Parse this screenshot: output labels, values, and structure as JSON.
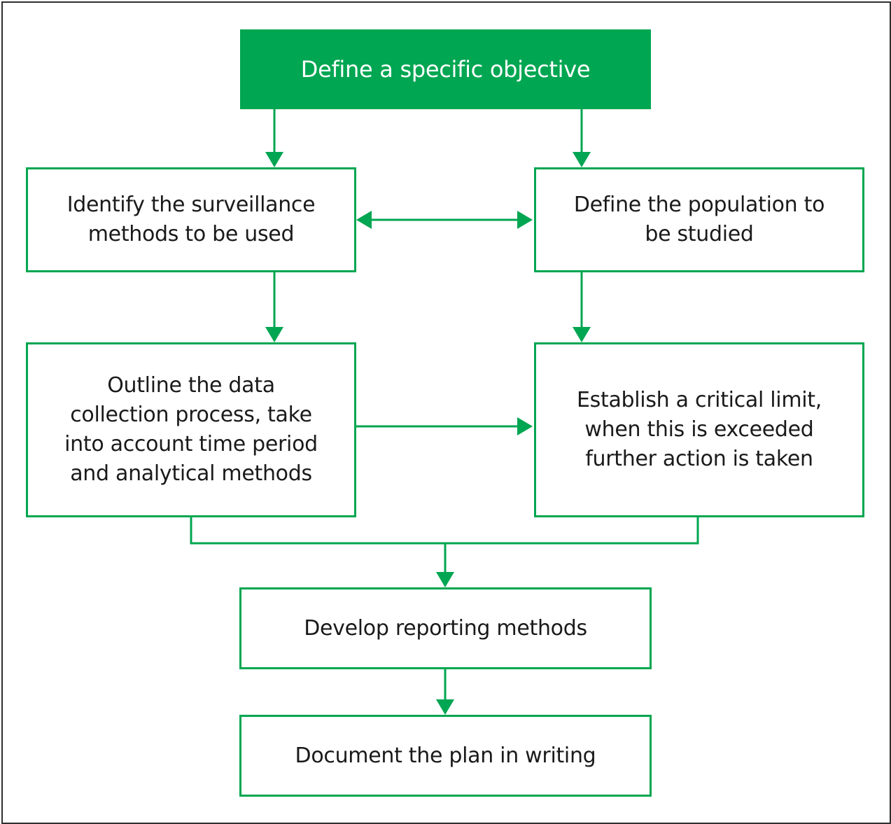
{
  "colors": {
    "accent": "#00a651",
    "frame": "#2f2f2f",
    "text": "#1a1a1a",
    "primary_text": "#ffffff"
  },
  "nodes": {
    "objective": {
      "lines": [
        "Define a specific objective"
      ]
    },
    "surveillance": {
      "lines": [
        "Identify the surveillance",
        "methods to be used"
      ]
    },
    "population": {
      "lines": [
        "Define the population to",
        "be studied"
      ]
    },
    "collection": {
      "lines": [
        "Outline the data",
        "collection process, take",
        "into account time period",
        "and analytical methods"
      ]
    },
    "limit": {
      "lines": [
        "Establish a critical limit,",
        "when this is exceeded",
        "further action is taken"
      ]
    },
    "reporting": {
      "lines": [
        "Develop reporting methods"
      ]
    },
    "document": {
      "lines": [
        "Document the plan in writing"
      ]
    }
  },
  "edges": [
    {
      "from": "objective",
      "to": "surveillance"
    },
    {
      "from": "objective",
      "to": "population"
    },
    {
      "from": "surveillance",
      "to": "population",
      "bidirectional": true
    },
    {
      "from": "surveillance",
      "to": "collection"
    },
    {
      "from": "population",
      "to": "limit"
    },
    {
      "from": "collection",
      "to": "limit"
    },
    {
      "from": "collection",
      "to": "reporting",
      "merge": true
    },
    {
      "from": "limit",
      "to": "reporting",
      "merge": true
    },
    {
      "from": "reporting",
      "to": "document"
    }
  ]
}
